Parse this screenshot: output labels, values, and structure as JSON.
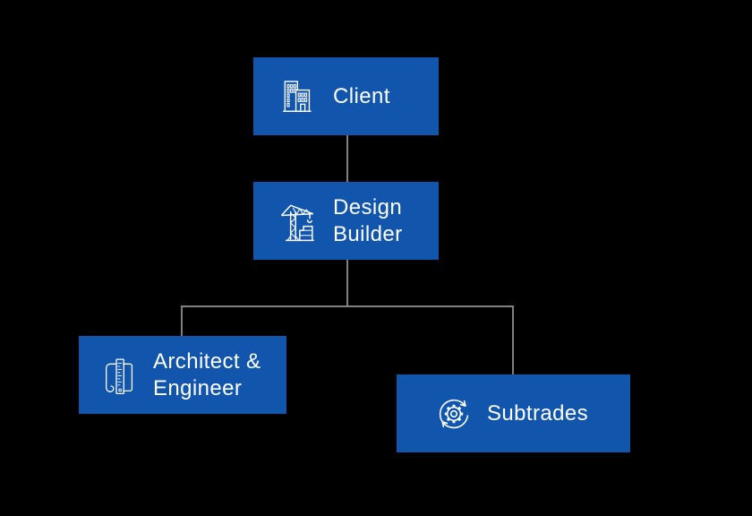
{
  "canvas": {
    "background": "#000000"
  },
  "diagram": {
    "type": "org-chart",
    "node_color": "#1155ac",
    "text_color": "#ffffff",
    "connector_color": "#808080",
    "nodes": {
      "client": {
        "label": "Client",
        "lines": [
          "Client"
        ],
        "icon": "buildings-icon"
      },
      "design_builder": {
        "label": "Design Builder",
        "lines": [
          "Design",
          "Builder"
        ],
        "icon": "construction-crane-icon"
      },
      "architect_engineer": {
        "label": "Architect & Engineer",
        "lines": [
          "Architect &",
          "Engineer"
        ],
        "icon": "blueprint-ruler-icon"
      },
      "subtrades": {
        "label": "Subtrades",
        "lines": [
          "Subtrades"
        ],
        "icon": "gear-cycle-arrows-icon"
      }
    },
    "edges": [
      {
        "from": "Client",
        "to": "Design Builder"
      },
      {
        "from": "Design Builder",
        "to": "Architect & Engineer"
      },
      {
        "from": "Design Builder",
        "to": "Subtrades"
      }
    ]
  }
}
